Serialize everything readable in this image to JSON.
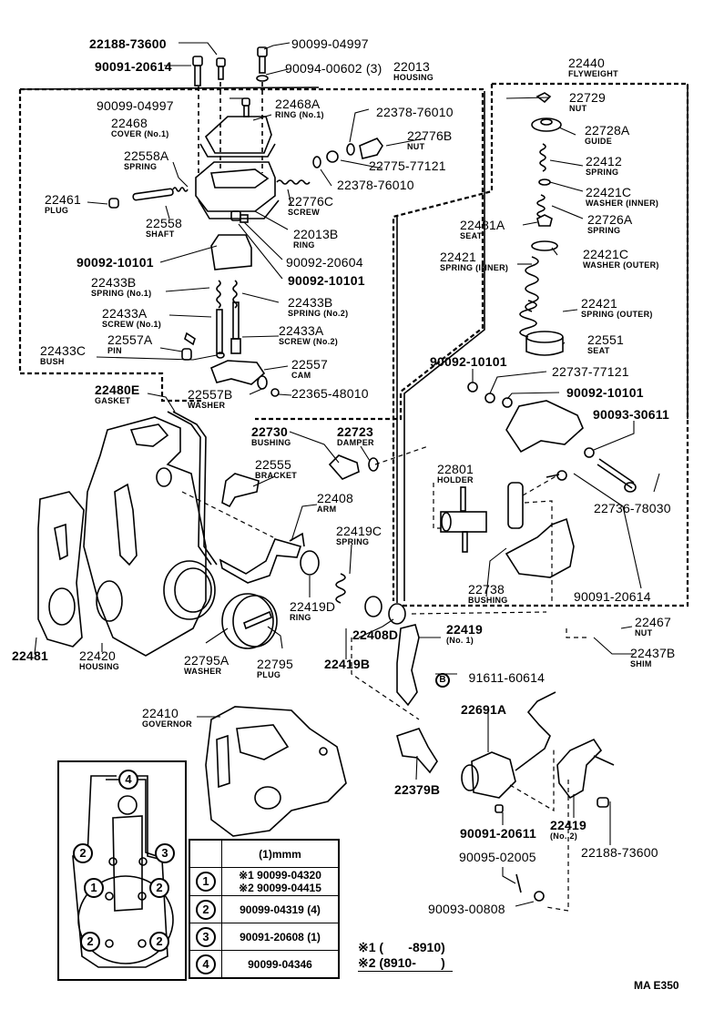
{
  "diagram": {
    "figure_code": "MA E350",
    "parts": [
      {
        "id": "p1",
        "number": "22188-73600",
        "name": ""
      },
      {
        "id": "p2",
        "number": "90091-20614",
        "name": ""
      },
      {
        "id": "p3",
        "number": "90099-04997",
        "name": ""
      },
      {
        "id": "p4",
        "number": "90094-00602 (3)",
        "name": ""
      },
      {
        "id": "p5",
        "number": "22013",
        "name": "HOUSING"
      },
      {
        "id": "p6",
        "number": "90099-04997",
        "name": ""
      },
      {
        "id": "p7",
        "number": "22468",
        "name": "COVER (No.1)"
      },
      {
        "id": "p8",
        "number": "22468A",
        "name": "RING (No.1)"
      },
      {
        "id": "p9",
        "number": "22378-76010",
        "name": ""
      },
      {
        "id": "p10",
        "number": "22776B",
        "name": "NUT"
      },
      {
        "id": "p11",
        "number": "22558A",
        "name": "SPRING"
      },
      {
        "id": "p12",
        "number": "22775-77121",
        "name": ""
      },
      {
        "id": "p13",
        "number": "22378-76010",
        "name": ""
      },
      {
        "id": "p14",
        "number": "22461",
        "name": "PLUG"
      },
      {
        "id": "p15",
        "number": "22776C",
        "name": "SCREW"
      },
      {
        "id": "p16",
        "number": "22558",
        "name": "SHAFT"
      },
      {
        "id": "p17",
        "number": "22013B",
        "name": "RING"
      },
      {
        "id": "p18",
        "number": "90092-10101",
        "name": ""
      },
      {
        "id": "p19",
        "number": "90092-20604",
        "name": ""
      },
      {
        "id": "p20",
        "number": "90092-10101",
        "name": ""
      },
      {
        "id": "p21",
        "number": "22433B",
        "name": "SPRING (No.1)"
      },
      {
        "id": "p22",
        "number": "22433B",
        "name": "SPRING (No.2)"
      },
      {
        "id": "p23",
        "number": "22433A",
        "name": "SCREW (No.1)"
      },
      {
        "id": "p24",
        "number": "22557A",
        "name": "PIN"
      },
      {
        "id": "p25",
        "number": "22433A",
        "name": "SCREW (No.2)"
      },
      {
        "id": "p26",
        "number": "22433C",
        "name": "BUSH"
      },
      {
        "id": "p27",
        "number": "22557",
        "name": "CAM"
      },
      {
        "id": "p28",
        "number": "22480E",
        "name": "GASKET"
      },
      {
        "id": "p29",
        "number": "22557B",
        "name": "WASHER"
      },
      {
        "id": "p30",
        "number": "22365-48010",
        "name": ""
      },
      {
        "id": "p31",
        "number": "22440",
        "name": "FLYWEIGHT"
      },
      {
        "id": "p32",
        "number": "22729",
        "name": "NUT"
      },
      {
        "id": "p33",
        "number": "22728A",
        "name": "GUIDE"
      },
      {
        "id": "p34",
        "number": "22412",
        "name": "SPRING"
      },
      {
        "id": "p35",
        "number": "22421C",
        "name": "WASHER (INNER)"
      },
      {
        "id": "p36",
        "number": "22481A",
        "name": "SEAT"
      },
      {
        "id": "p37",
        "number": "22726A",
        "name": "SPRING"
      },
      {
        "id": "p38",
        "number": "22421",
        "name": "SPRING (INNER)"
      },
      {
        "id": "p39",
        "number": "22421C",
        "name": "WASHER (OUTER)"
      },
      {
        "id": "p40",
        "number": "22421",
        "name": "SPRING (OUTER)"
      },
      {
        "id": "p41",
        "number": "22551",
        "name": "SEAT"
      },
      {
        "id": "p42",
        "number": "90092-10101",
        "name": ""
      },
      {
        "id": "p43",
        "number": "22737-77121",
        "name": ""
      },
      {
        "id": "p44",
        "number": "90092-10101",
        "name": ""
      },
      {
        "id": "p45",
        "number": "90093-30611",
        "name": ""
      },
      {
        "id": "p46",
        "number": "22730",
        "name": "BUSHING"
      },
      {
        "id": "p47",
        "number": "22723",
        "name": "DAMPER"
      },
      {
        "id": "p48",
        "number": "22555",
        "name": "BRACKET"
      },
      {
        "id": "p49",
        "number": "22801",
        "name": "HOLDER"
      },
      {
        "id": "p50",
        "number": "22736-78030",
        "name": ""
      },
      {
        "id": "p51",
        "number": "22408",
        "name": "ARM"
      },
      {
        "id": "p52",
        "number": "22419C",
        "name": "SPRING"
      },
      {
        "id": "p53",
        "number": "22738",
        "name": "BUSHING"
      },
      {
        "id": "p54",
        "number": "90091-20614",
        "name": ""
      },
      {
        "id": "p55",
        "number": "22419D",
        "name": "RING"
      },
      {
        "id": "p56",
        "number": "22467",
        "name": "NUT"
      },
      {
        "id": "p57",
        "number": "22408D",
        "name": ""
      },
      {
        "id": "p58",
        "number": "22419",
        "name": "(No. 1)"
      },
      {
        "id": "p59",
        "number": "22437B",
        "name": "SHIM"
      },
      {
        "id": "p60",
        "number": "22481",
        "name": ""
      },
      {
        "id": "p61",
        "number": "22420",
        "name": "HOUSING"
      },
      {
        "id": "p62",
        "number": "22795A",
        "name": "WASHER"
      },
      {
        "id": "p63",
        "number": "22795",
        "name": "PLUG"
      },
      {
        "id": "p64",
        "number": "22419B",
        "name": ""
      },
      {
        "id": "p65",
        "number": "91611-60614",
        "name": "",
        "marker": "B"
      },
      {
        "id": "p66",
        "number": "22410",
        "name": "GOVERNOR"
      },
      {
        "id": "p67",
        "number": "22691A",
        "name": ""
      },
      {
        "id": "p68",
        "number": "22379B",
        "name": ""
      },
      {
        "id": "p69",
        "number": "90091-20611",
        "name": ""
      },
      {
        "id": "p70",
        "number": "22419",
        "name": "(No. 2)"
      },
      {
        "id": "p71",
        "number": "22188-73600",
        "name": ""
      },
      {
        "id": "p72",
        "number": "90095-02005",
        "name": ""
      },
      {
        "id": "p73",
        "number": "90093-00808",
        "name": ""
      }
    ],
    "gasket_callouts": [
      "4",
      "2",
      "3",
      "1",
      "2",
      "2",
      "2"
    ],
    "bolt_table": {
      "header": [
        "",
        "(1)mmm"
      ],
      "rows": [
        {
          "key": "1",
          "values": [
            "※1 90099-04320",
            "※2 90099-04415"
          ]
        },
        {
          "key": "2",
          "values": [
            "90099-04319 (4)"
          ]
        },
        {
          "key": "3",
          "values": [
            "90091-20608 (1)"
          ]
        },
        {
          "key": "4",
          "values": [
            "90099-04346"
          ]
        }
      ]
    },
    "notes": [
      "※1 (       -8910)",
      "※2 (8910-       )"
    ]
  }
}
